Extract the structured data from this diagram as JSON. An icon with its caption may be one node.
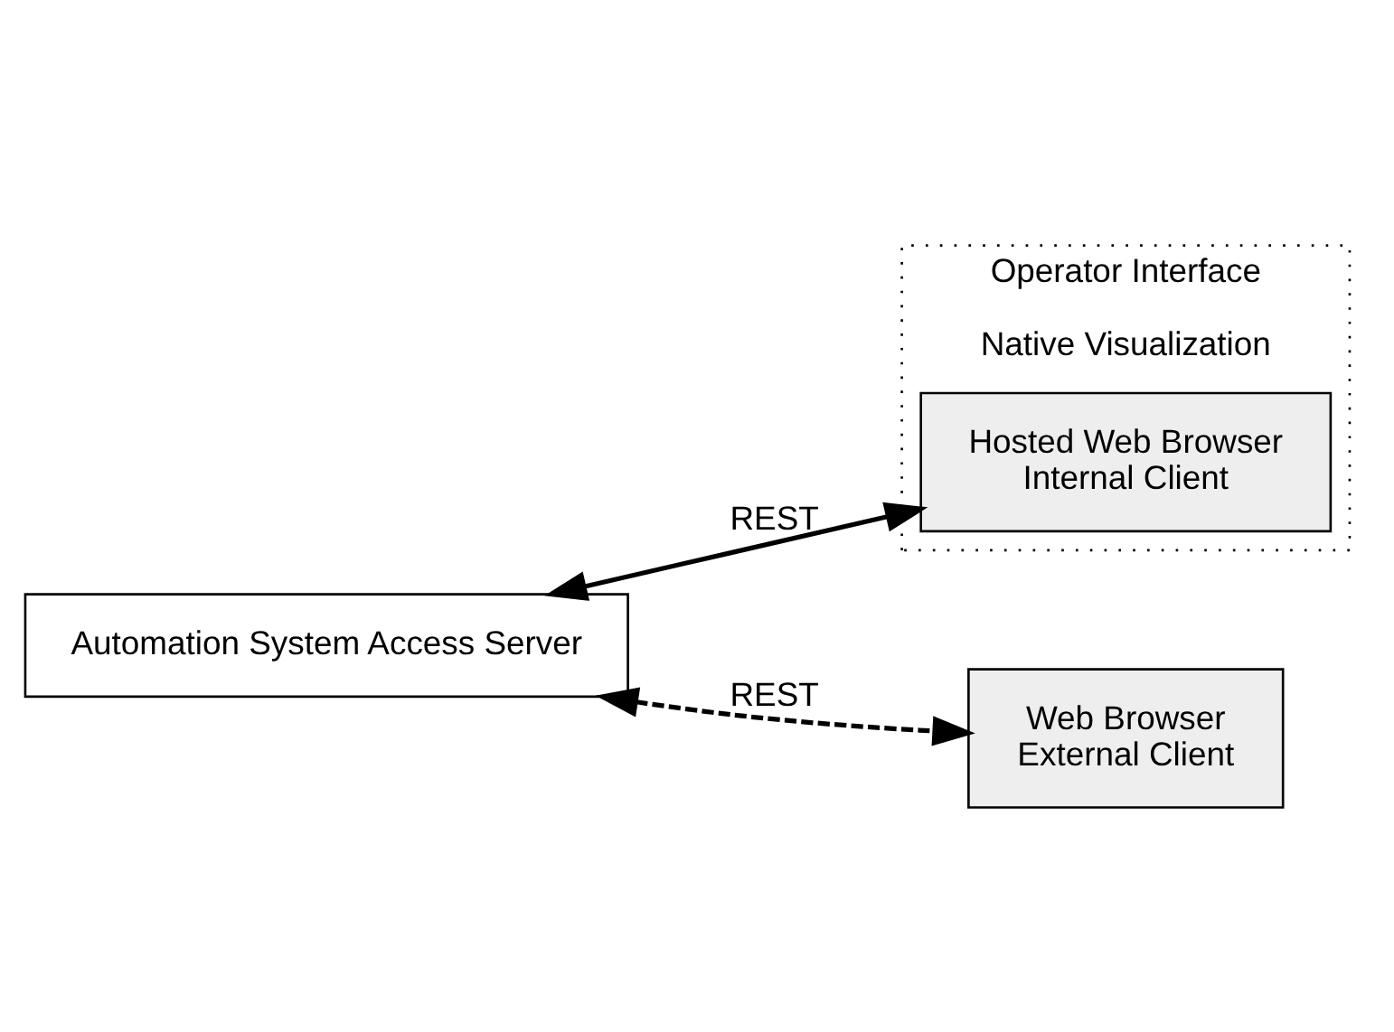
{
  "diagram": {
    "nodes": [
      {
        "text": [
          "Operator Interface",
          "Native Visualization"
        ]
      },
      {
        "text": [
          "Hosted Web Browser",
          "Internal Client"
        ],
        "in": 0
      },
      {
        "text": [
          "Automation System Access Server"
        ]
      },
      {
        "text": [
          "Web Browser",
          "External Client"
        ]
      }
    ],
    "edges": [
      {
        "from": 2,
        "to": 1,
        "arrow": "both",
        "label": "REST"
      },
      {
        "from": 2,
        "to": 3,
        "arrow": "both",
        "label": "REST",
        "style": "dashed"
      }
    ]
  }
}
